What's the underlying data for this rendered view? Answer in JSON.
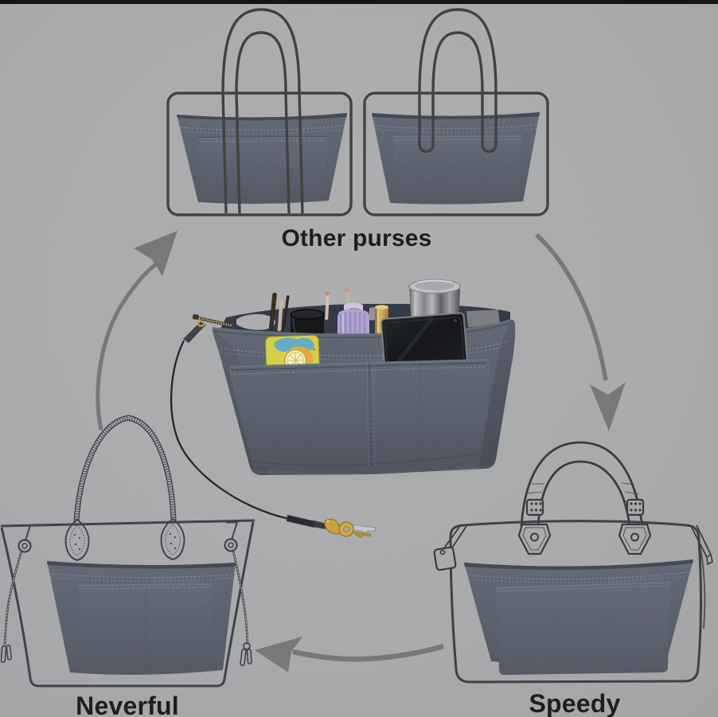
{
  "figure": {
    "description": "Felt purse organizer insert shown inside four purse styles",
    "labels": {
      "other_purses": "Other purses",
      "neverful": "Neverful",
      "speedy": "Speedy"
    },
    "colors": {
      "background": "#aaabad",
      "top_bar": "#151515",
      "line_art": "#424245",
      "felt": "#4f5765",
      "felt_dark": "#3f4654",
      "stitch": "#9aa2af",
      "arrow": "#7b7b7d",
      "label_text": "#1e1e1f",
      "card_yellow": "#d5d04c",
      "bottle_lavender": "#b2a3d0",
      "keys_gold": "#c8a23e",
      "canister_chrome": "#c9c9cb"
    },
    "bags": [
      {
        "name": "tote-outline-left",
        "group_label": "Other purses"
      },
      {
        "name": "tote-outline-right",
        "group_label": "Other purses"
      },
      {
        "name": "neverful-bag",
        "group_label": "Neverful"
      },
      {
        "name": "speedy-bag",
        "group_label": "Speedy"
      }
    ],
    "arrows": [
      {
        "name": "arrow-to-other-purses",
        "direction": "up-right"
      },
      {
        "name": "arrow-to-speedy",
        "direction": "down"
      },
      {
        "name": "arrow-to-neverful",
        "direction": "left"
      }
    ],
    "organizer_items": [
      "pens",
      "black-cosmetic-jar",
      "lip-brush",
      "lavender-ribbed-bottle",
      "gold-atomizer",
      "chrome-canister",
      "smartphone",
      "lemon-print-card",
      "gold-zipper",
      "leather-zipper-pull",
      "key-leash",
      "gold-keys"
    ]
  }
}
